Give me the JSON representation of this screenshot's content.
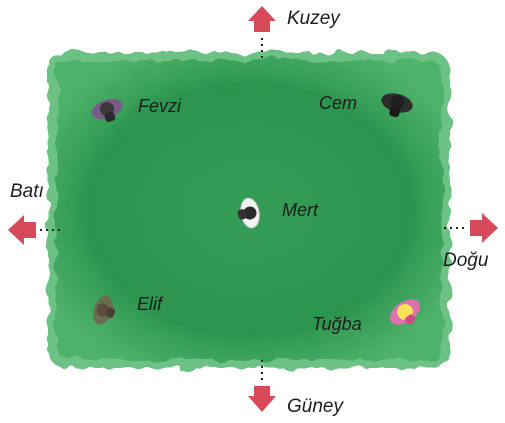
{
  "directions": {
    "north": "Kuzey",
    "south": "Güney",
    "west": "Batı",
    "east": "Doğu"
  },
  "people": [
    {
      "name": "Fevzi",
      "color": "#3a3a3a",
      "accent": "#7a5a8a"
    },
    {
      "name": "Cem",
      "color": "#1f1f1f",
      "accent": "#2d2d2d"
    },
    {
      "name": "Mert",
      "color": "#f2f2f2",
      "accent": "#2a2a2a"
    },
    {
      "name": "Elif",
      "color": "#6c6c52",
      "accent": "#5c4d3d"
    },
    {
      "name": "Tuğba",
      "color": "#f7e05a",
      "accent": "#e070b0"
    }
  ],
  "colors": {
    "grass": "#2f9a52",
    "grass_light": "#5dbd77",
    "arrow": "#d64a5a"
  },
  "icons": [
    "arrow-up-icon",
    "arrow-down-icon",
    "arrow-left-icon",
    "arrow-right-icon",
    "person-top-view-icon"
  ]
}
